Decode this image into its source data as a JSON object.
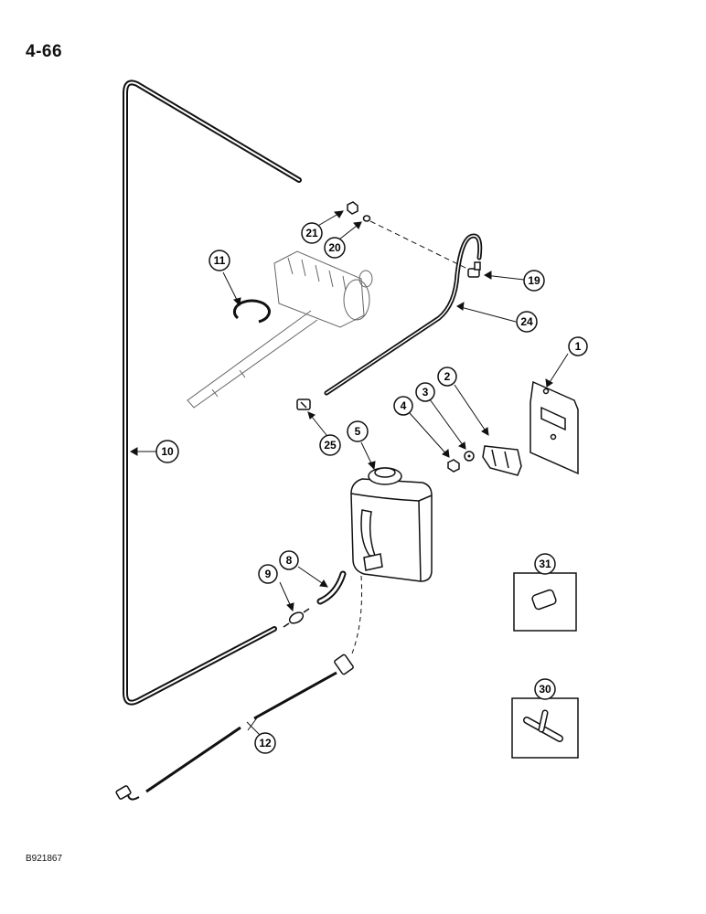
{
  "page": {
    "number": "4-66",
    "drawing_code": "B921867"
  },
  "callouts": [
    {
      "key": "c1",
      "label": "1"
    },
    {
      "key": "c2",
      "label": "2"
    },
    {
      "key": "c3",
      "label": "3"
    },
    {
      "key": "c4",
      "label": "4"
    },
    {
      "key": "c5",
      "label": "5"
    },
    {
      "key": "c8",
      "label": "8"
    },
    {
      "key": "c9",
      "label": "9"
    },
    {
      "key": "c10",
      "label": "10"
    },
    {
      "key": "c11",
      "label": "11"
    },
    {
      "key": "c12",
      "label": "12"
    },
    {
      "key": "c19",
      "label": "19"
    },
    {
      "key": "c20",
      "label": "20"
    },
    {
      "key": "c21",
      "label": "21"
    },
    {
      "key": "c24",
      "label": "24"
    },
    {
      "key": "c25",
      "label": "25"
    },
    {
      "key": "c30",
      "label": "30"
    },
    {
      "key": "c31",
      "label": "31"
    }
  ]
}
